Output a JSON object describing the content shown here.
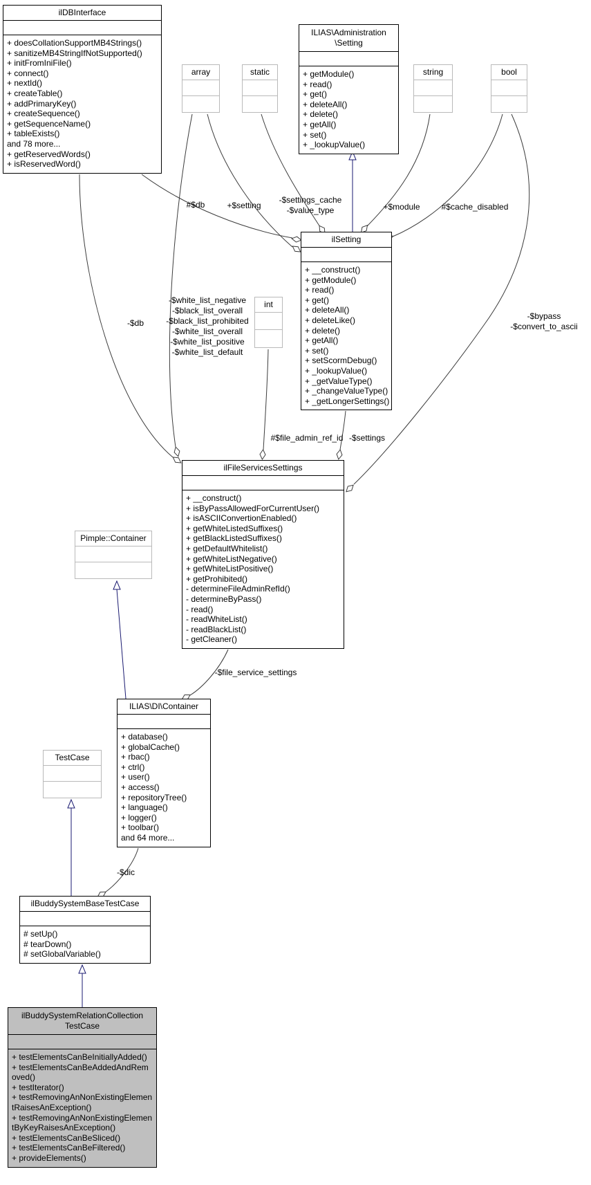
{
  "diagram_title": "Collaboration diagram for ilBuddySystemRelationCollectionTestCase",
  "colors": {
    "inheritance_edge": "#191970",
    "aggregation_edge": "#3c3c3c",
    "documented_border": "#000000",
    "external_border": "#b9b9b9",
    "current_class_fill": "#bfbfbf",
    "background": "#ffffff"
  },
  "classes": {
    "ildbinterface": {
      "title": "ilDBInterface",
      "members": [
        "+ doesCollationSupportMB4Strings()",
        "+ sanitizeMB4StringIfNotSupported()",
        "+ initFromIniFile()",
        "+ connect()",
        "+ nextId()",
        "+ createTable()",
        "+ addPrimaryKey()",
        "+ createSequence()",
        "+ getSequenceName()",
        "+ tableExists()",
        "and 78 more...",
        "+ getReservedWords()",
        "+ isReservedWord()"
      ]
    },
    "admin_setting": {
      "title_lines": [
        "ILIAS\\Administration",
        "\\Setting"
      ],
      "members": [
        "+ getModule()",
        "+ read()",
        "+ get()",
        "+ deleteAll()",
        "+ delete()",
        "+ getAll()",
        "+ set()",
        "+ _lookupValue()"
      ]
    },
    "array_type": {
      "title": "array"
    },
    "static_type": {
      "title": "static"
    },
    "string_type": {
      "title": "string"
    },
    "bool_type": {
      "title": "bool"
    },
    "int_type": {
      "title": "int"
    },
    "ilsetting": {
      "title": "ilSetting",
      "members": [
        "+ __construct()",
        "+ getModule()",
        "+ read()",
        "+ get()",
        "+ deleteAll()",
        "+ deleteLike()",
        "+ delete()",
        "+ getAll()",
        "+ set()",
        "+ setScormDebug()",
        "+ _lookupValue()",
        "+ _getValueType()",
        "+ _changeValueType()",
        "+ _getLongerSettings()"
      ]
    },
    "ilfileservicessettings": {
      "title": "ilFileServicesSettings",
      "members": [
        "+ __construct()",
        "+ isByPassAllowedForCurrentUser()",
        "+ isASCIIConvertionEnabled()",
        "+ getWhiteListedSuffixes()",
        "+ getBlackListedSuffixes()",
        "+ getDefaultWhitelist()",
        "+ getWhiteListNegative()",
        "+ getWhiteListPositive()",
        "+ getProhibited()",
        "- determineFileAdminRefId()",
        "- determineByPass()",
        "- read()",
        "- readWhiteList()",
        "- readBlackList()",
        "- getCleaner()"
      ]
    },
    "pimple_container": {
      "title": "Pimple::Container"
    },
    "di_container": {
      "title": "ILIAS\\DI\\Container",
      "members": [
        "+ database()",
        "+ globalCache()",
        "+ rbac()",
        "+ ctrl()",
        "+ user()",
        "+ access()",
        "+ repositoryTree()",
        "+ language()",
        "+ logger()",
        "+ toolbar()",
        "and 64 more..."
      ]
    },
    "testcase": {
      "title": "TestCase"
    },
    "base_testcase": {
      "title": "ilBuddySystemBaseTestCase",
      "members": [
        "# setUp()",
        "# tearDown()",
        "# setGlobalVariable()"
      ]
    },
    "relation_testcase": {
      "title_lines": [
        "ilBuddySystemRelationCollection",
        "TestCase"
      ],
      "members": [
        "+ testElementsCanBeInitiallyAdded()",
        "+ testElementsCanBeAddedAndRemoved()",
        "+ testIterator()",
        "+ testRemovingAnNonExistingElementRaisesAnException()",
        "+ testRemovingAnNonExistingElementByKeyRaisesAnException()",
        "+ testElementsCanBeSliced()",
        "+ testElementsCanBeFiltered()",
        "+ provideElements()"
      ]
    }
  },
  "edge_labels": {
    "db_setting": "#$db",
    "setting_member": "+$setting",
    "settings_cache": [
      "-$settings_cache",
      "-$value_type"
    ],
    "module": "+$module",
    "cache_disabled": "#$cache_disabled",
    "db_fss": "-$db",
    "white_lists": [
      "-$white_list_negative",
      "-$black_list_overall",
      "-$black_list_prohibited",
      "-$white_list_overall",
      "-$white_list_positive",
      "-$white_list_default"
    ],
    "file_admin_ref_id": "#$file_admin_ref_id",
    "settings": "-$settings",
    "bypass": [
      "-$bypass",
      "-$convert_to_ascii"
    ],
    "file_service_settings": "-$file_service_settings",
    "dic": "-$dic"
  }
}
